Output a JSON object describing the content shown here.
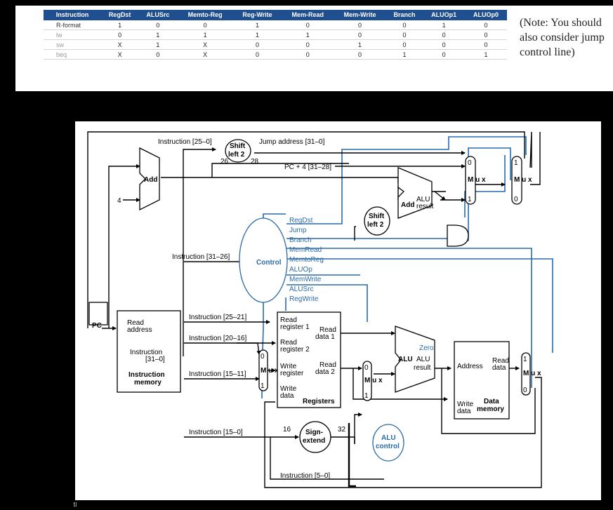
{
  "table": {
    "headers": [
      "Instruction",
      "RegDst",
      "ALUSrc",
      "Memto-Reg",
      "Reg-Write",
      "Mem-Read",
      "Mem-Write",
      "Branch",
      "ALUOp1",
      "ALUOp0"
    ],
    "rows": [
      [
        "R-format",
        "1",
        "0",
        "0",
        "1",
        "0",
        "0",
        "0",
        "1",
        "0"
      ],
      [
        "lw",
        "0",
        "1",
        "1",
        "1",
        "1",
        "0",
        "0",
        "0",
        "0"
      ],
      [
        "sw",
        "X",
        "1",
        "X",
        "0",
        "0",
        "1",
        "0",
        "0",
        "0"
      ],
      [
        "beq",
        "X",
        "0",
        "X",
        "0",
        "0",
        "0",
        "1",
        "0",
        "1"
      ]
    ]
  },
  "note": "(Note: You should also consider jump control line)",
  "diagram": {
    "add_top": "Add",
    "four": "4",
    "pc": "PC",
    "instr_25_0": "Instruction [25–0]",
    "shift_left2_a": "Shift",
    "shift_left2_b": "left 2",
    "bits26": "26",
    "bits28": "28",
    "jump_address": "Jump address [31–0]",
    "pc4": "PC + 4 [31–28]",
    "add_alu": "Add",
    "alu_result_a": "ALU",
    "alu_result_b": "result",
    "mux_label": "M u x",
    "shift2_b_a": "Shift",
    "shift2_b_b": "left 2",
    "control": "Control",
    "signals": [
      "RegDst",
      "Jump",
      "Branch",
      "MemRead",
      "MemtoReg",
      "ALUOp",
      "MemWrite",
      "ALUSrc",
      "RegWrite"
    ],
    "instr_31_26": "Instruction [31–26]",
    "instr_25_21": "Instruction [25–21]",
    "instr_20_16": "Instruction [20–16]",
    "instr_15_11": "Instruction [15–11]",
    "instr_15_0": "Instruction [15–0]",
    "instr_5_0": "Instruction [5–0]",
    "read_address_a": "Read",
    "read_address_b": "address",
    "instruction_a": "Instruction",
    "instruction_b": "[31–0]",
    "imem_a": "Instruction",
    "imem_b": "memory",
    "read_reg1_a": "Read",
    "read_reg1_b": "register 1",
    "read_reg2_a": "Read",
    "read_reg2_b": "register 2",
    "write_reg_a": "Write",
    "write_reg_b": "register",
    "write_data_a": "Write",
    "write_data_b": "data",
    "registers": "Registers",
    "read_data1_a": "Read",
    "read_data1_b": "data 1",
    "read_data2_a": "Read",
    "read_data2_b": "data 2",
    "zero": "Zero",
    "alu": "ALU",
    "alu_res_a": "ALU",
    "alu_res_b": "result",
    "address": "Address",
    "dmem_read_a": "Read",
    "dmem_read_b": "data",
    "dmem_write_a": "Write",
    "dmem_write_b": "data",
    "dmem_a": "Data",
    "dmem_b": "memory",
    "bits16": "16",
    "bits32": "32",
    "sign_ext_a": "Sign-",
    "sign_ext_b": "extend",
    "alu_control_a": "ALU",
    "alu_control_b": "control",
    "mux_in0": "0",
    "mux_in1": "1"
  },
  "bottom_glyph": "ย"
}
